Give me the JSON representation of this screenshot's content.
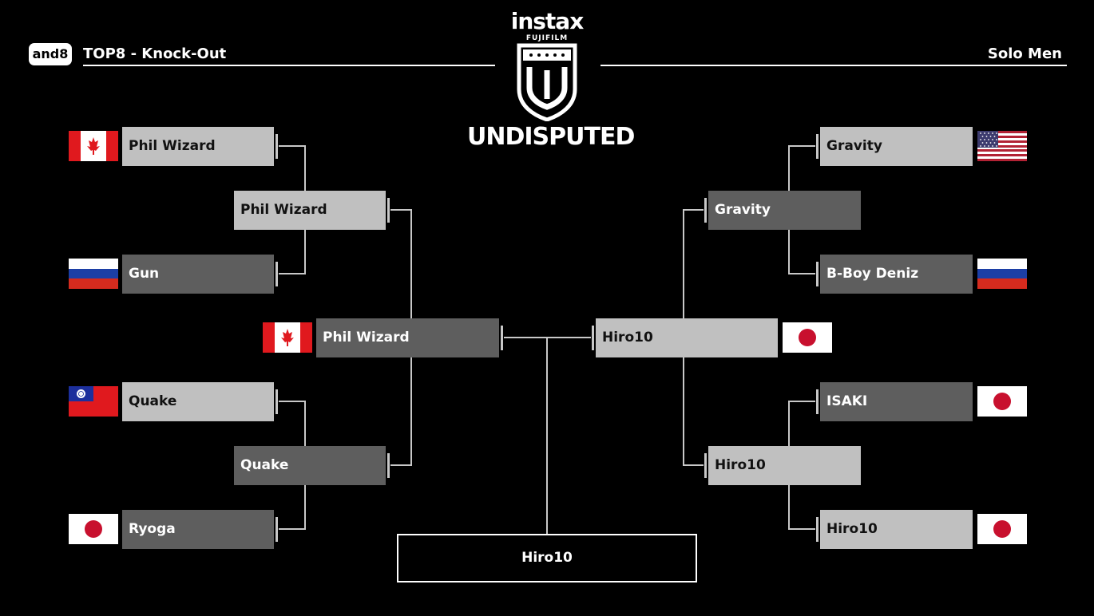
{
  "header": {
    "badge": "and8",
    "title": "TOP8 - Knock-Out",
    "category": "Solo Men"
  },
  "logo": {
    "brand": "instax",
    "sub": "FUJIFILM",
    "event": "UNDISPUTED",
    "icon": "shield-crest-icon"
  },
  "colors": {
    "background": "#000000",
    "winner_box": "#c0c0c0",
    "loser_box": "#5e5e5e",
    "lines": "#c8c8c8"
  },
  "left": {
    "quarterfinals": [
      {
        "name": "Phil Wizard",
        "flag": "canada-flag-icon",
        "winner": true
      },
      {
        "name": "Gun",
        "flag": "russia-flag-icon",
        "winner": false
      },
      {
        "name": "Quake",
        "flag": "taiwan-flag-icon",
        "winner": true
      },
      {
        "name": "Ryoga",
        "flag": "japan-flag-icon",
        "winner": false
      }
    ],
    "semifinals": [
      {
        "name": "Phil Wizard",
        "winner": true
      },
      {
        "name": "Quake",
        "winner": false
      }
    ],
    "finalist": {
      "name": "Phil Wizard",
      "flag": "canada-flag-icon",
      "winner": false
    }
  },
  "right": {
    "quarterfinals": [
      {
        "name": "Gravity",
        "flag": "usa-flag-icon",
        "winner": true
      },
      {
        "name": "B-Boy Deniz",
        "flag": "russia-flag-icon",
        "winner": false
      },
      {
        "name": "ISAKI",
        "flag": "japan-flag-icon",
        "winner": false
      },
      {
        "name": "Hiro10",
        "flag": "japan-flag-icon",
        "winner": true
      }
    ],
    "semifinals": [
      {
        "name": "Gravity",
        "winner": false
      },
      {
        "name": "Hiro10",
        "winner": true
      }
    ],
    "finalist": {
      "name": "Hiro10",
      "flag": "japan-flag-icon",
      "winner": true
    }
  },
  "champion": "Hiro10"
}
